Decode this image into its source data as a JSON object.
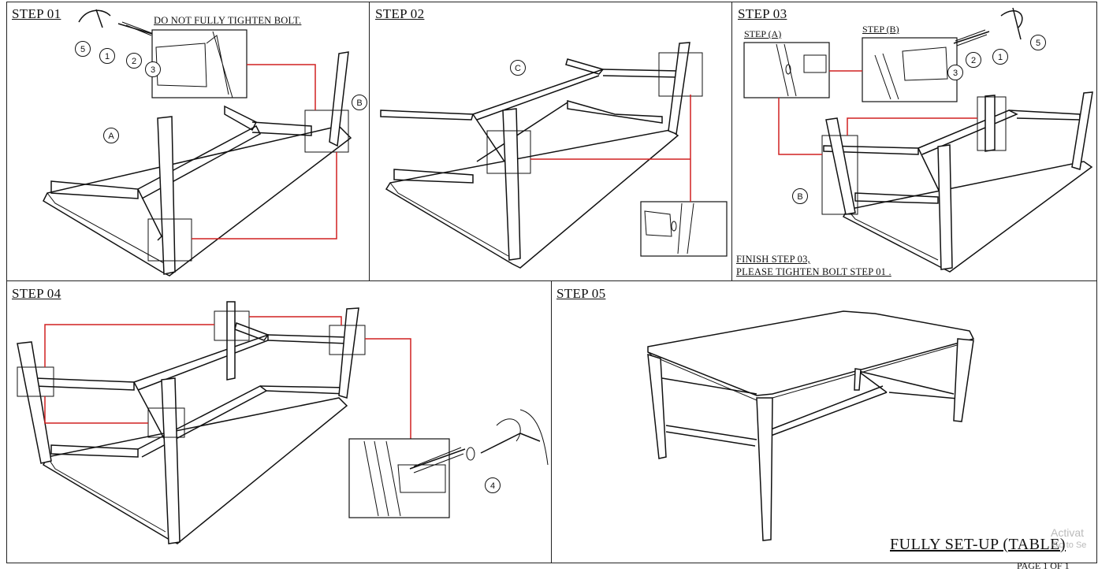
{
  "steps": {
    "step01": {
      "title": "STEP 01",
      "note": "DO NOT FULLY TIGHTEN BOLT."
    },
    "step02": {
      "title": "STEP 02"
    },
    "step03": {
      "title": "STEP 03",
      "sub_a": "STEP (A)",
      "sub_b": "STEP (B)",
      "note_line1": "FINISH STEP 03,",
      "note_line2": "PLEASE TIGHTEN BOLT STEP 01 ."
    },
    "step04": {
      "title": "STEP 04"
    },
    "step05": {
      "title": "STEP 05",
      "caption": "FULLY SET-UP (TABLE)"
    }
  },
  "callouts": {
    "one": "1",
    "two": "2",
    "three": "3",
    "four": "4",
    "five": "5",
    "a": "A",
    "b": "B",
    "c": "C"
  },
  "footer": {
    "page": "PAGE 1 OF 1"
  },
  "watermark": {
    "line1": "Activat",
    "line2": "Go to Se"
  },
  "colors": {
    "link_line": "#d02020",
    "stroke": "#111111"
  }
}
